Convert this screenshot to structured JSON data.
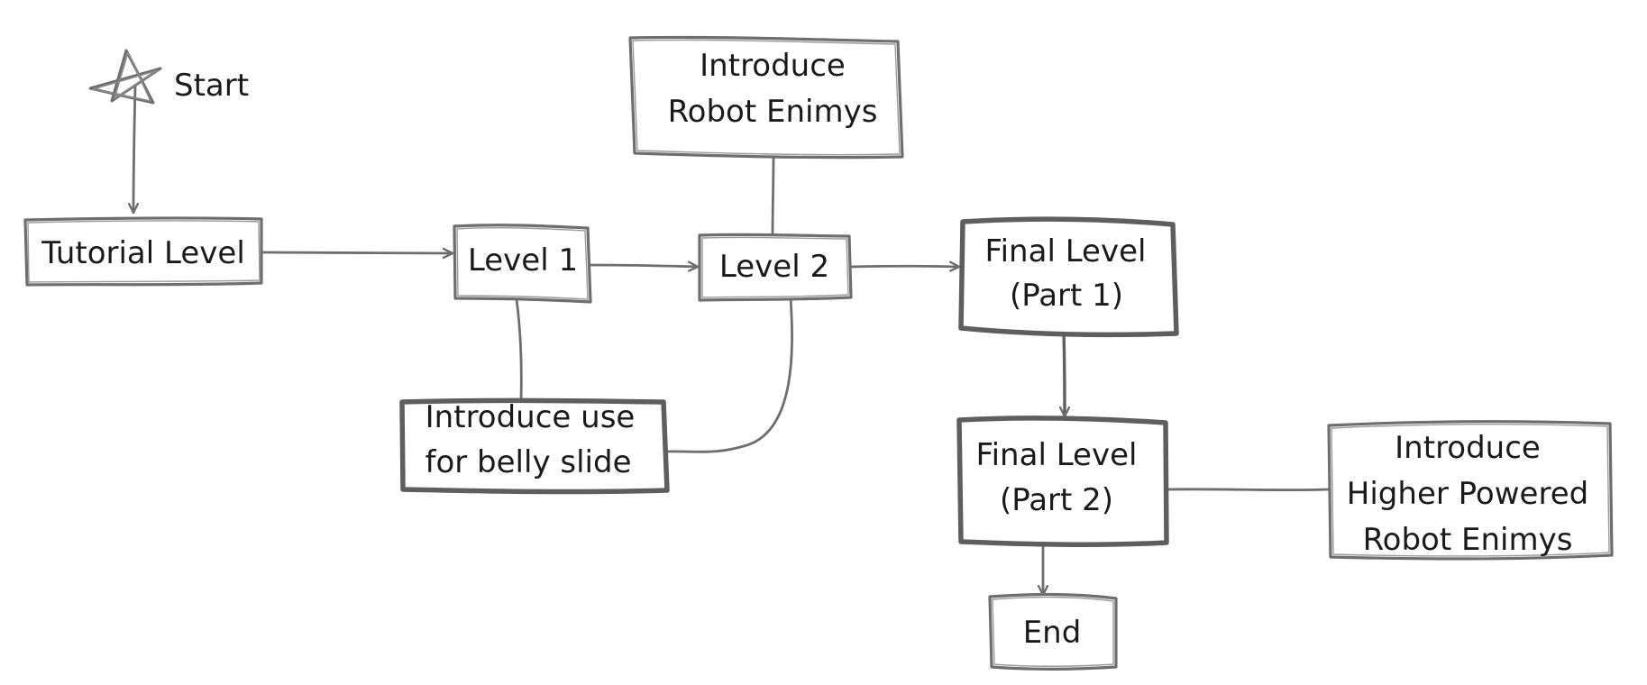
{
  "diagram": {
    "nodes": {
      "start": {
        "label": "Start",
        "icon": "star-icon"
      },
      "tutorial": {
        "label": "Tutorial Level"
      },
      "level1": {
        "label": "Level 1"
      },
      "level2": {
        "label": "Level 2"
      },
      "robots": {
        "lines": [
          "Introduce",
          "Robot Enimys"
        ]
      },
      "belly": {
        "lines": [
          "Introduce use",
          "for belly slide"
        ]
      },
      "final1": {
        "lines": [
          "Final Level",
          "(Part 1)"
        ]
      },
      "final2": {
        "lines": [
          "Final Level",
          "(Part 2)"
        ]
      },
      "higher": {
        "lines": [
          "Introduce",
          "Higher Powered",
          "Robot Enimys"
        ]
      },
      "end": {
        "label": "End"
      }
    },
    "colors": {
      "stroke": "#6e6e6e",
      "text": "#1a1a1a",
      "background": "#ffffff"
    }
  }
}
